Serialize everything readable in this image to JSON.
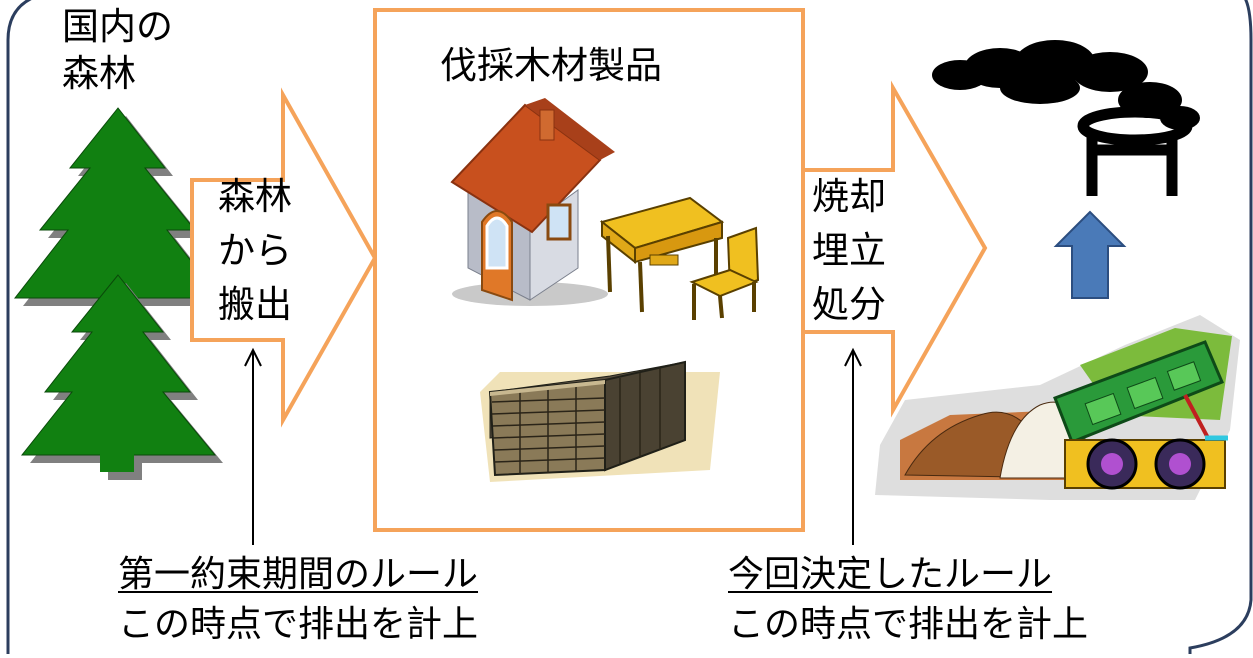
{
  "forest_label": [
    "国内の",
    "森林"
  ],
  "harvest_arrow_label": [
    "森林",
    "から",
    "搬出"
  ],
  "products_title": "伐採木材製品",
  "disposal_arrow_label": [
    "焼却",
    "埋立",
    "処分"
  ],
  "notes": {
    "first_period": {
      "rule": "第一約束期間のルール",
      "detail": "この時点で排出を計上"
    },
    "new_decision": {
      "rule": "今回決定したルール",
      "detail": "この時点で排出を計上"
    }
  },
  "icons": [
    "tree-icon",
    "house-icon",
    "desk-chair-icon",
    "lumber-stack-icon",
    "smokestack-icon",
    "smoke-icon",
    "dump-truck-icon"
  ],
  "colors": {
    "border_navy": "#2c3e5e",
    "arrow_orange": "#f5a35a",
    "tree_green": "#118011",
    "up_arrow_blue": "#4a7ab8",
    "roof": "#c8501e",
    "furniture": "#e8b41a"
  }
}
